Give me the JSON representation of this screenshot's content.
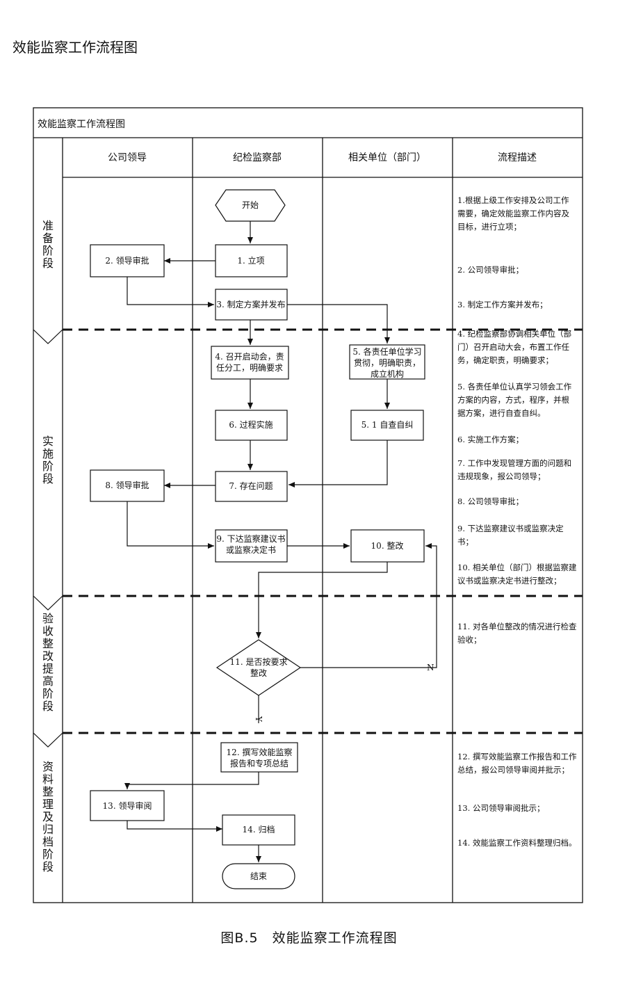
{
  "page_title": "效能监察工作流程图",
  "caption": "图B.5　效能监察工作流程图",
  "diagram": {
    "table_title": "效能监察工作流程图",
    "lanes": [
      "公司领导",
      "纪检监察部",
      "相关单位（部门）",
      "流程描述"
    ],
    "phases": [
      {
        "chars": [
          "准",
          "备",
          "阶",
          "段"
        ]
      },
      {
        "chars": [
          "实",
          "施",
          "阶",
          "段"
        ]
      },
      {
        "chars": [
          "验",
          "收",
          "整",
          "改",
          "提",
          "高",
          "阶",
          "段"
        ]
      },
      {
        "chars": [
          "资",
          "料",
          "整",
          "理",
          "及",
          "归",
          "档",
          "阶",
          "段"
        ]
      }
    ],
    "nodes": {
      "start": [
        "开始"
      ],
      "n1": [
        "1. 立项"
      ],
      "n2": [
        "2. 领导审批"
      ],
      "n3": [
        "3. 制定方案并发布"
      ],
      "n4": [
        "4. 召开启动会，责",
        "任分工，明确要求"
      ],
      "n5": [
        "5. 各责任单位学习",
        "贯彻，明确职责，",
        "成立机构"
      ],
      "n6": [
        "6. 过程实施"
      ],
      "n51": [
        "5. 1 自查自纠"
      ],
      "n7": [
        "7. 存在问题"
      ],
      "n8": [
        "8. 领导审批"
      ],
      "n9": [
        "9. 下达监察建议书",
        "或监察决定书"
      ],
      "n10": [
        "10. 整改"
      ],
      "n11": [
        "11. 是否按要求",
        "整改"
      ],
      "n12": [
        "12. 撰写效能监察",
        "报告和专项总结"
      ],
      "n13": [
        "13. 领导审阅"
      ],
      "n14": [
        "14. 归档"
      ],
      "end": [
        "结束"
      ]
    },
    "edge_labels": {
      "no": "N",
      "yes": "Y"
    },
    "descriptions": [
      [
        "1.根据上级工作安排及公司工作",
        "需要，确定效能监察工作内容及",
        "目标，进行立项；"
      ],
      [
        "2. 公司领导审批；"
      ],
      [
        "3. 制定工作方案并发布；"
      ],
      [
        "4. 纪检监察部协调相关单位（部",
        "门）召开启动大会，布置工作任",
        "务，确定职责，明确要求；"
      ],
      [
        "5. 各责任单位认真学习领会工作",
        "方案的内容，方式，程序，并根",
        "据方案，进行自查自纠。"
      ],
      [
        "6. 实施工作方案；"
      ],
      [
        "7. 工作中发现管理方面的问题和",
        "违规现象，报公司领导；"
      ],
      [
        "8. 公司领导审批；"
      ],
      [
        "9. 下达监察建议书或监察决定",
        "书；"
      ],
      [
        "10. 相关单位（部门）根据监察建",
        "议书或监察决定书进行整改；"
      ],
      [
        "11. 对各单位整改的情况进行检查",
        "验收；"
      ],
      [
        "12. 撰写效能监察工作报告和工作",
        "总结，报公司领导审阅并批示；"
      ],
      [
        "13. 公司领导审阅批示；"
      ],
      [
        "14. 效能监察工作资料整理归档。"
      ]
    ]
  }
}
